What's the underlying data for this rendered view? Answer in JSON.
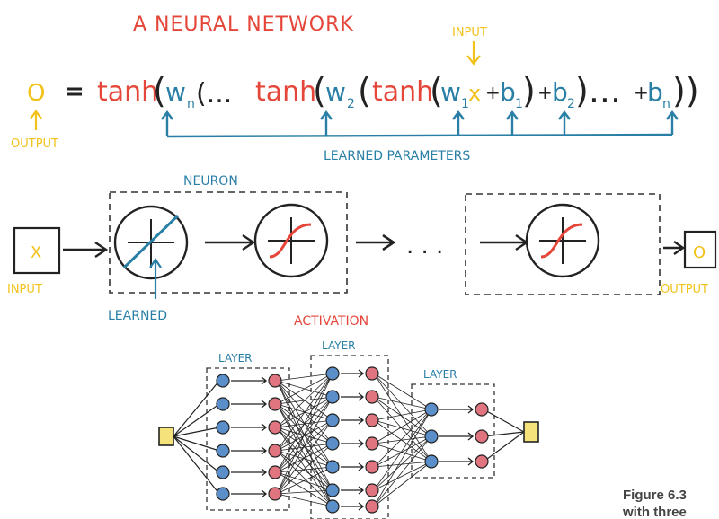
{
  "title": "A NEURAL NETWORK",
  "equation": {
    "output": "O",
    "equals": "=",
    "tanh": "tanh",
    "w_n": "w",
    "w_n_sub": "n",
    "ellipsis1": "(...",
    "w_2": "w",
    "w_2_sub": "2",
    "w_1": "w",
    "w_1_sub": "1",
    "x": "x",
    "plus": "+",
    "b_1": "b",
    "b_1_sub": "1",
    "b_2": "b",
    "b_2_sub": "2",
    "ellipsis2": ")...",
    "b_n": "b",
    "b_n_sub": "n",
    "close": "))"
  },
  "labels": {
    "input_top": "INPUT",
    "output_left": "OUTPUT",
    "learned_parameters": "LEARNED PARAMETERS",
    "neuron": "NEURON",
    "input_box": "X",
    "input_label": "INPUT",
    "learned": "LEARNED",
    "ellipsis_middle": ". . .",
    "output_box": "O",
    "output_label": "OUTPUT",
    "activation": "ACTIVATION",
    "layer1": "LAYER",
    "layer2": "LAYER",
    "layer3": "LAYER"
  },
  "caption": {
    "line1": "Figure 6.3",
    "line2": "with three"
  },
  "colors": {
    "red": "#e5463a",
    "blue": "#2a7fa6",
    "yellow": "#f2c21b",
    "ink": "#222222",
    "node_blue": "#5b8fc9",
    "node_red": "#e0757f",
    "box_yellow": "#f6e27a"
  }
}
